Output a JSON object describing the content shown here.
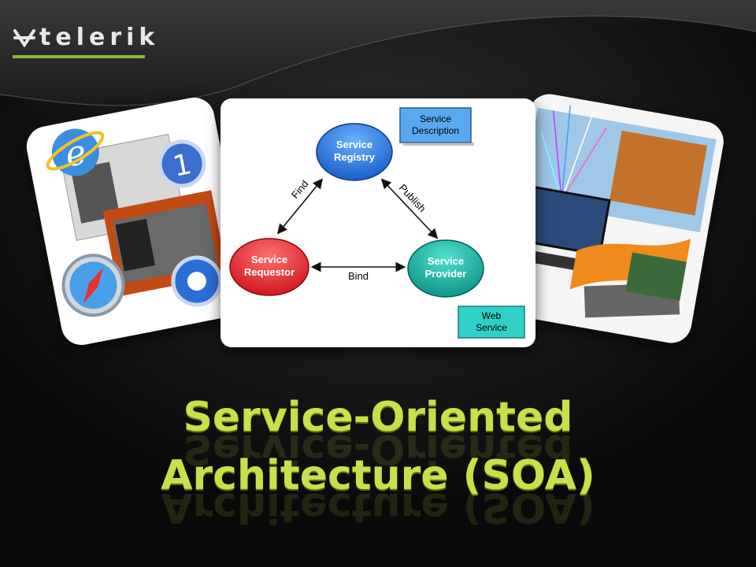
{
  "brand": {
    "name": "telerik",
    "accent": "#8fb33a"
  },
  "title": {
    "line1": "Service-Oriented",
    "line2": "Architecture (SOA)",
    "color": "#c9e04a"
  },
  "diagram": {
    "nodes": {
      "registry": {
        "line1": "Service",
        "line2": "Registry",
        "color": "#1f6fe0"
      },
      "requestor": {
        "line1": "Service",
        "line2": "Requestor",
        "color": "#e8252e"
      },
      "provider": {
        "line1": "Service",
        "line2": "Provider",
        "color": "#14a89c"
      }
    },
    "edges": {
      "find": "Find",
      "publish": "Publish",
      "bind": "Bind"
    },
    "boxes": {
      "description": {
        "line1": "Service",
        "line2": "Description",
        "color": "#5aa8f0"
      },
      "web_service": {
        "line1": "Web",
        "line2": "Service",
        "color": "#2fd0c8"
      }
    }
  },
  "images": {
    "left": [
      "browser-icons-collage",
      "internet-explorer-icon",
      "safari-compass-icon",
      "quicktime-icon"
    ],
    "right": [
      "technology-collage",
      "fiber-optics-icon",
      "laptop-icon",
      "keyboard-icon"
    ]
  }
}
